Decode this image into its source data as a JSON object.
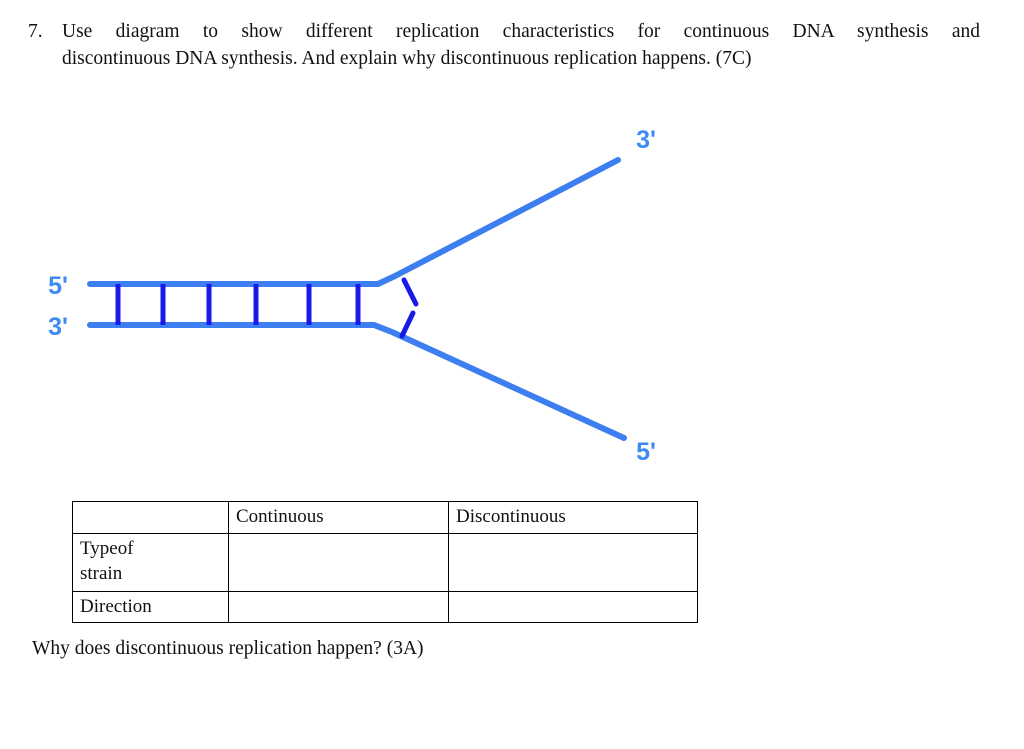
{
  "question": {
    "number": "7.",
    "line1": "Use diagram to show different replication characteristics for continuous DNA synthesis and",
    "line2": "discontinuous DNA synthesis. And explain why discontinuous replication happens. (7C)"
  },
  "diagram": {
    "title": "dna-replication-fork",
    "strand_color": "#3d7ef0",
    "rung_color": "#1a1ae6",
    "label_color": "#3d8bf2",
    "labels": {
      "left_top": "5'",
      "left_bottom": "3'",
      "right_top": "3'",
      "right_bottom": "5'"
    },
    "rung_count": 6
  },
  "table": {
    "headers": [
      "",
      "Continuous",
      "Discontinuous"
    ],
    "rows": [
      {
        "label_part1": "Type",
        "label_part2": "of",
        "label_line2": "strain",
        "continuous": "",
        "discontinuous": ""
      },
      {
        "label": "Direction",
        "continuous": "",
        "discontinuous": ""
      }
    ]
  },
  "footer": {
    "question": "Why does discontinuous replication happen? (3A)"
  }
}
